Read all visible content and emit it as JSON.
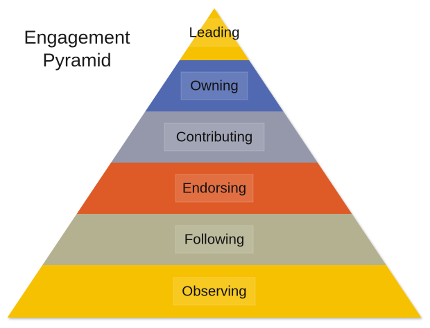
{
  "title": {
    "line1": "Engagement",
    "line2": "Pyramid"
  },
  "levels": [
    {
      "label": "Leading",
      "color": "#f6c100"
    },
    {
      "label": "Owning",
      "color": "#5169b1"
    },
    {
      "label": "Contributing",
      "color": "#9498aa"
    },
    {
      "label": "Endorsing",
      "color": "#de5a28"
    },
    {
      "label": "Following",
      "color": "#b3b190"
    },
    {
      "label": "Observing",
      "color": "#f6c100"
    }
  ]
}
